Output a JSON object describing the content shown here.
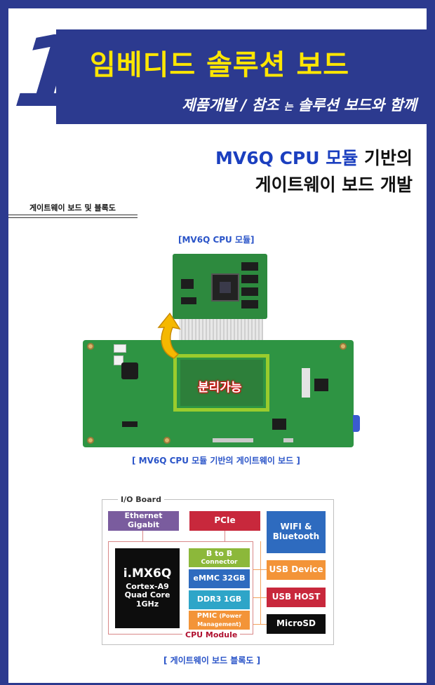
{
  "header": {
    "number": "1",
    "title": "임베디드 솔루션 보드",
    "subtitle_a": "제품개발 / 참조",
    "subtitle_small": "는",
    "subtitle_b": "솔루션 보드와 함께"
  },
  "headline": {
    "line1_blue": "MV6Q CPU 모듈",
    "line1_rest": "기반의",
    "line2": "게이트웨이 보드 개발"
  },
  "section": {
    "label": "게이트웨이 보드 및 블록도"
  },
  "photos": {
    "module_caption": "[MV6Q CPU 모듈]",
    "separable_label": "분리가능",
    "board_caption": "[ MV6Q CPU 모듈 기반의 게이트웨이 보드 ]"
  },
  "diagram": {
    "title": "I/O Board",
    "blocks": {
      "ethernet": "Ethernet\nGigabit",
      "pcie": "PCIe",
      "wifi": "WIFI &\nBluetooth",
      "cpu_name": "i.MX6Q",
      "cpu_desc": "Cortex-A9\nQuad Core\n1GHz",
      "btob": "B to B",
      "btob_sub": "Connector",
      "emmc": "eMMC 32GB",
      "ddr": "DDR3 1GB",
      "pmic": "PMIC",
      "pmic_sub": "(Power\nManagement)",
      "usb_device": "USB Device",
      "usb_host": "USB HOST",
      "microsd": "MicroSD"
    },
    "cpu_module_label": "CPU Module",
    "caption": "[ 게이트웨이 보드 블록도 ]"
  },
  "colors": {
    "brand_navy": "#2c3a8f",
    "title_yellow": "#ffe600",
    "headline_blue": "#1b3fbf",
    "caption_blue": "#2a54c8",
    "purple_block": "#7a5c9e",
    "red_block": "#c8283c",
    "blue_block": "#2e6bbf",
    "green_block": "#8cb83a",
    "teal_block": "#2ea5c8",
    "orange_block": "#f39438",
    "black_block": "#0d0d0d"
  }
}
